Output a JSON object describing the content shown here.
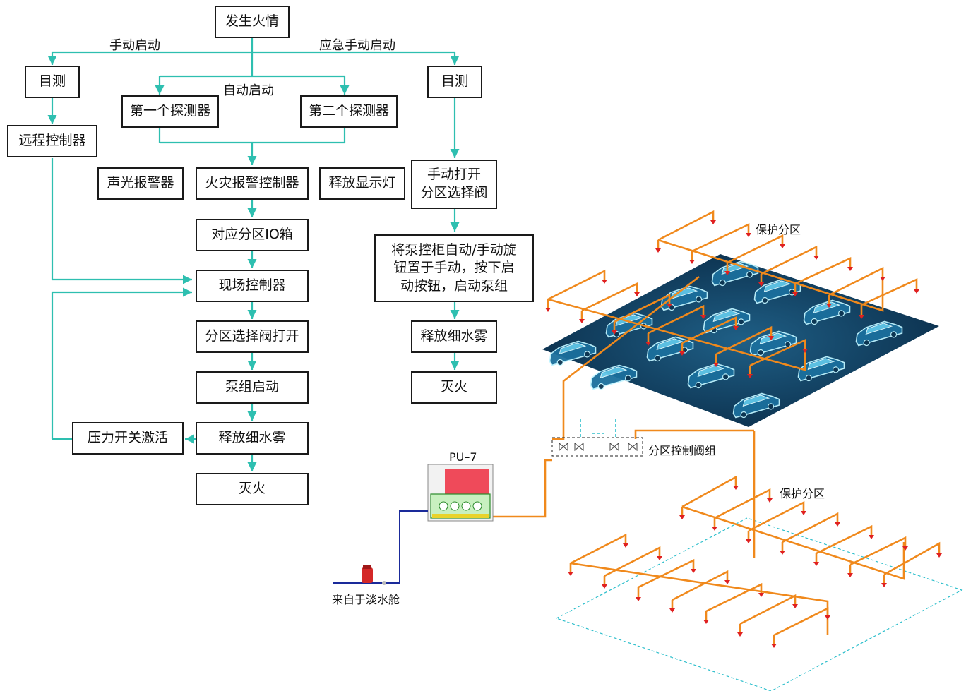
{
  "flow": {
    "fire": "发生火情",
    "branch_manual": "手动启动",
    "branch_emergency": "应急手动启动",
    "branch_auto": "自动启动",
    "visual_left": "目测",
    "visual_right": "目测",
    "detector1": "第一个探测器",
    "detector2": "第二个探测器",
    "remote_controller": "远程控制器",
    "alarm": "声光报警器",
    "fire_alarm_controller": "火灾报警控制器",
    "release_lamp": "释放显示灯",
    "io_box": "对应分区IO箱",
    "field_controller": "现场控制器",
    "zone_valve_open": "分区选择阀打开",
    "pump_start": "泵组启动",
    "release_mist_left": "释放细水雾",
    "extinguish_left": "灭火",
    "pressure_switch": "压力开关激活",
    "manual_valve_line1": "手动打开",
    "manual_valve_line2": "分区选择阀",
    "pump_cabinet_line1": "将泵控柜自动/手动旋",
    "pump_cabinet_line2": "钮置于手动，按下启",
    "pump_cabinet_line3": "动按钮，启动泵组",
    "release_mist_right": "释放细水雾",
    "extinguish_right": "灭火"
  },
  "system": {
    "pump_unit": "PU–7",
    "water_source": "来自于淡水舱",
    "valve_group": "分区控制阀组",
    "zone_upper": "保护分区",
    "zone_lower": "保护分区"
  },
  "colors": {
    "flow_line": "#2ebfb0",
    "pipe": "#f0891c",
    "nozzle": "#e02020",
    "supply_pipe": "#1a2a9a",
    "deck": "#0e3b5e"
  }
}
